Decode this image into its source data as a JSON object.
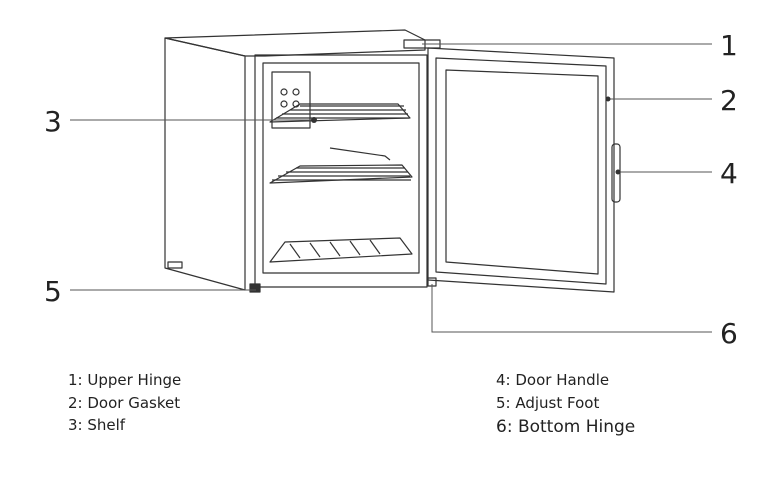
{
  "callouts": {
    "c1": "1",
    "c2": "2",
    "c3": "3",
    "c4": "4",
    "c5": "5",
    "c6": "6"
  },
  "legend": [
    {
      "num": "1",
      "text": "1: Upper Hinge"
    },
    {
      "num": "2",
      "text": "2: Door Gasket"
    },
    {
      "num": "3",
      "text": "3: Shelf"
    },
    {
      "num": "4",
      "text": "4: Door Handle"
    },
    {
      "num": "5",
      "text": "5: Adjust Foot"
    },
    {
      "num": "6",
      "text": "6: Bottom Hinge"
    }
  ],
  "colors": {
    "line": "#333333",
    "leader": "#555555",
    "text": "#222222"
  }
}
